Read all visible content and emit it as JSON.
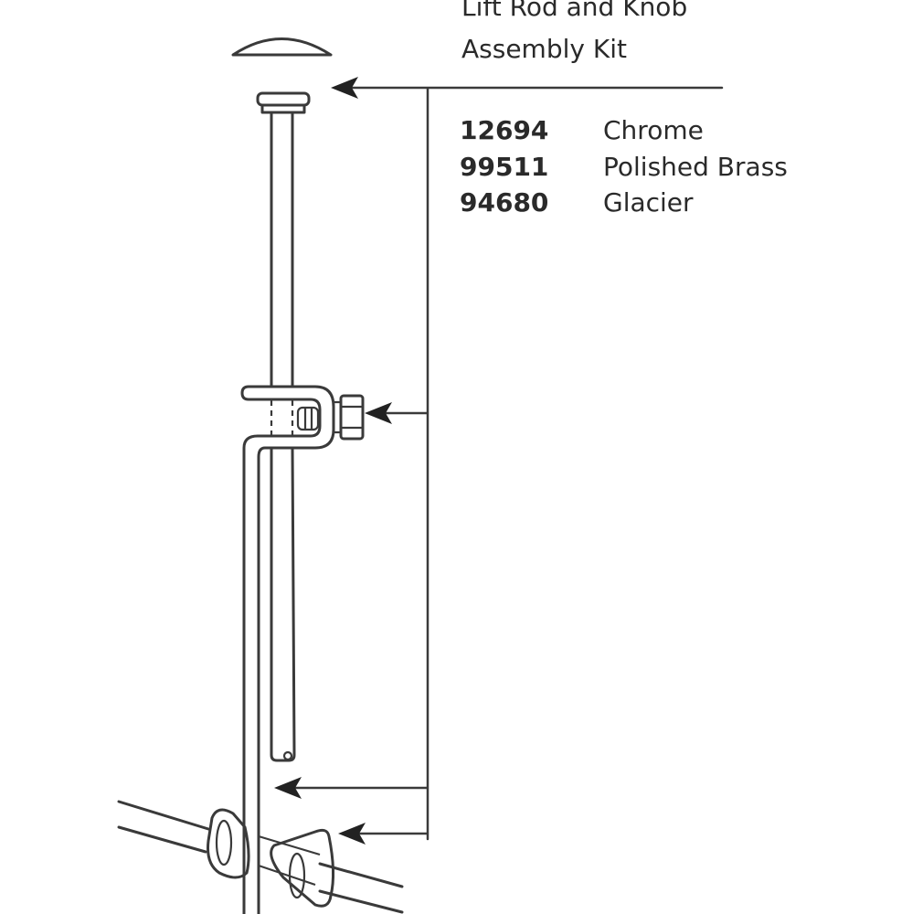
{
  "title_lines": [
    "Lift Rod and Knob",
    "Assembly Kit"
  ],
  "parts": [
    {
      "number": "12694",
      "finish": "Chrome"
    },
    {
      "number": "99511",
      "finish": "Polished Brass"
    },
    {
      "number": "94680",
      "finish": "Glacier"
    }
  ],
  "colors": {
    "line": "#3a3a3a",
    "text": "#2a2a2a",
    "background": "#ffffff"
  }
}
